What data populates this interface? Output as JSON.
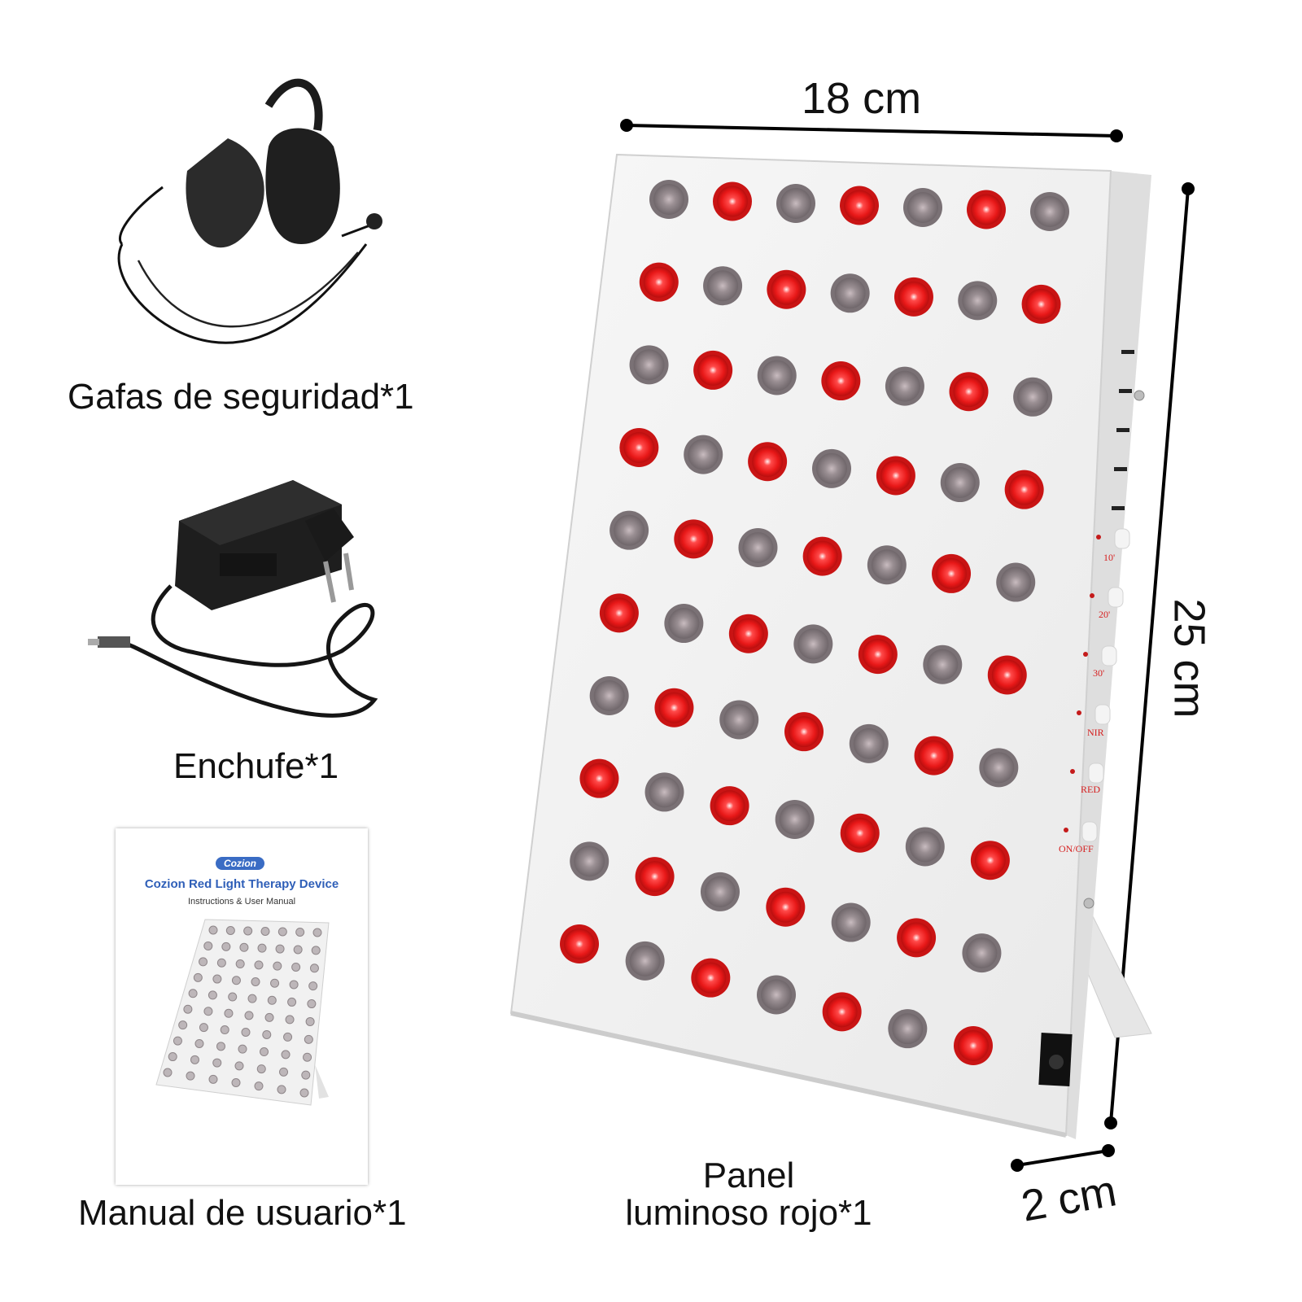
{
  "labels": {
    "goggles": "Gafas de seguridad*1",
    "adapter": "Enchufe*1",
    "manual": "Manual de usuario*1",
    "panel_line1": "Panel",
    "panel_line2": "luminoso rojo*1"
  },
  "dimensions": {
    "width": "18 cm",
    "height": "25 cm",
    "depth": "2 cm"
  },
  "manual_cover": {
    "brand": "Cozion",
    "title": "Cozion Red Light Therapy Device",
    "subtitle": "Instructions & User Manual"
  },
  "panel_controls": [
    "10'",
    "20'",
    "30'",
    "NIR",
    "RED",
    "ON/OFF"
  ],
  "led_grid": {
    "rows": 10,
    "cols": 7
  },
  "colors": {
    "led_red": "#e81818",
    "led_off": "#8a7f84",
    "panel": "#f3f3f3",
    "control_text": "#d62020"
  }
}
